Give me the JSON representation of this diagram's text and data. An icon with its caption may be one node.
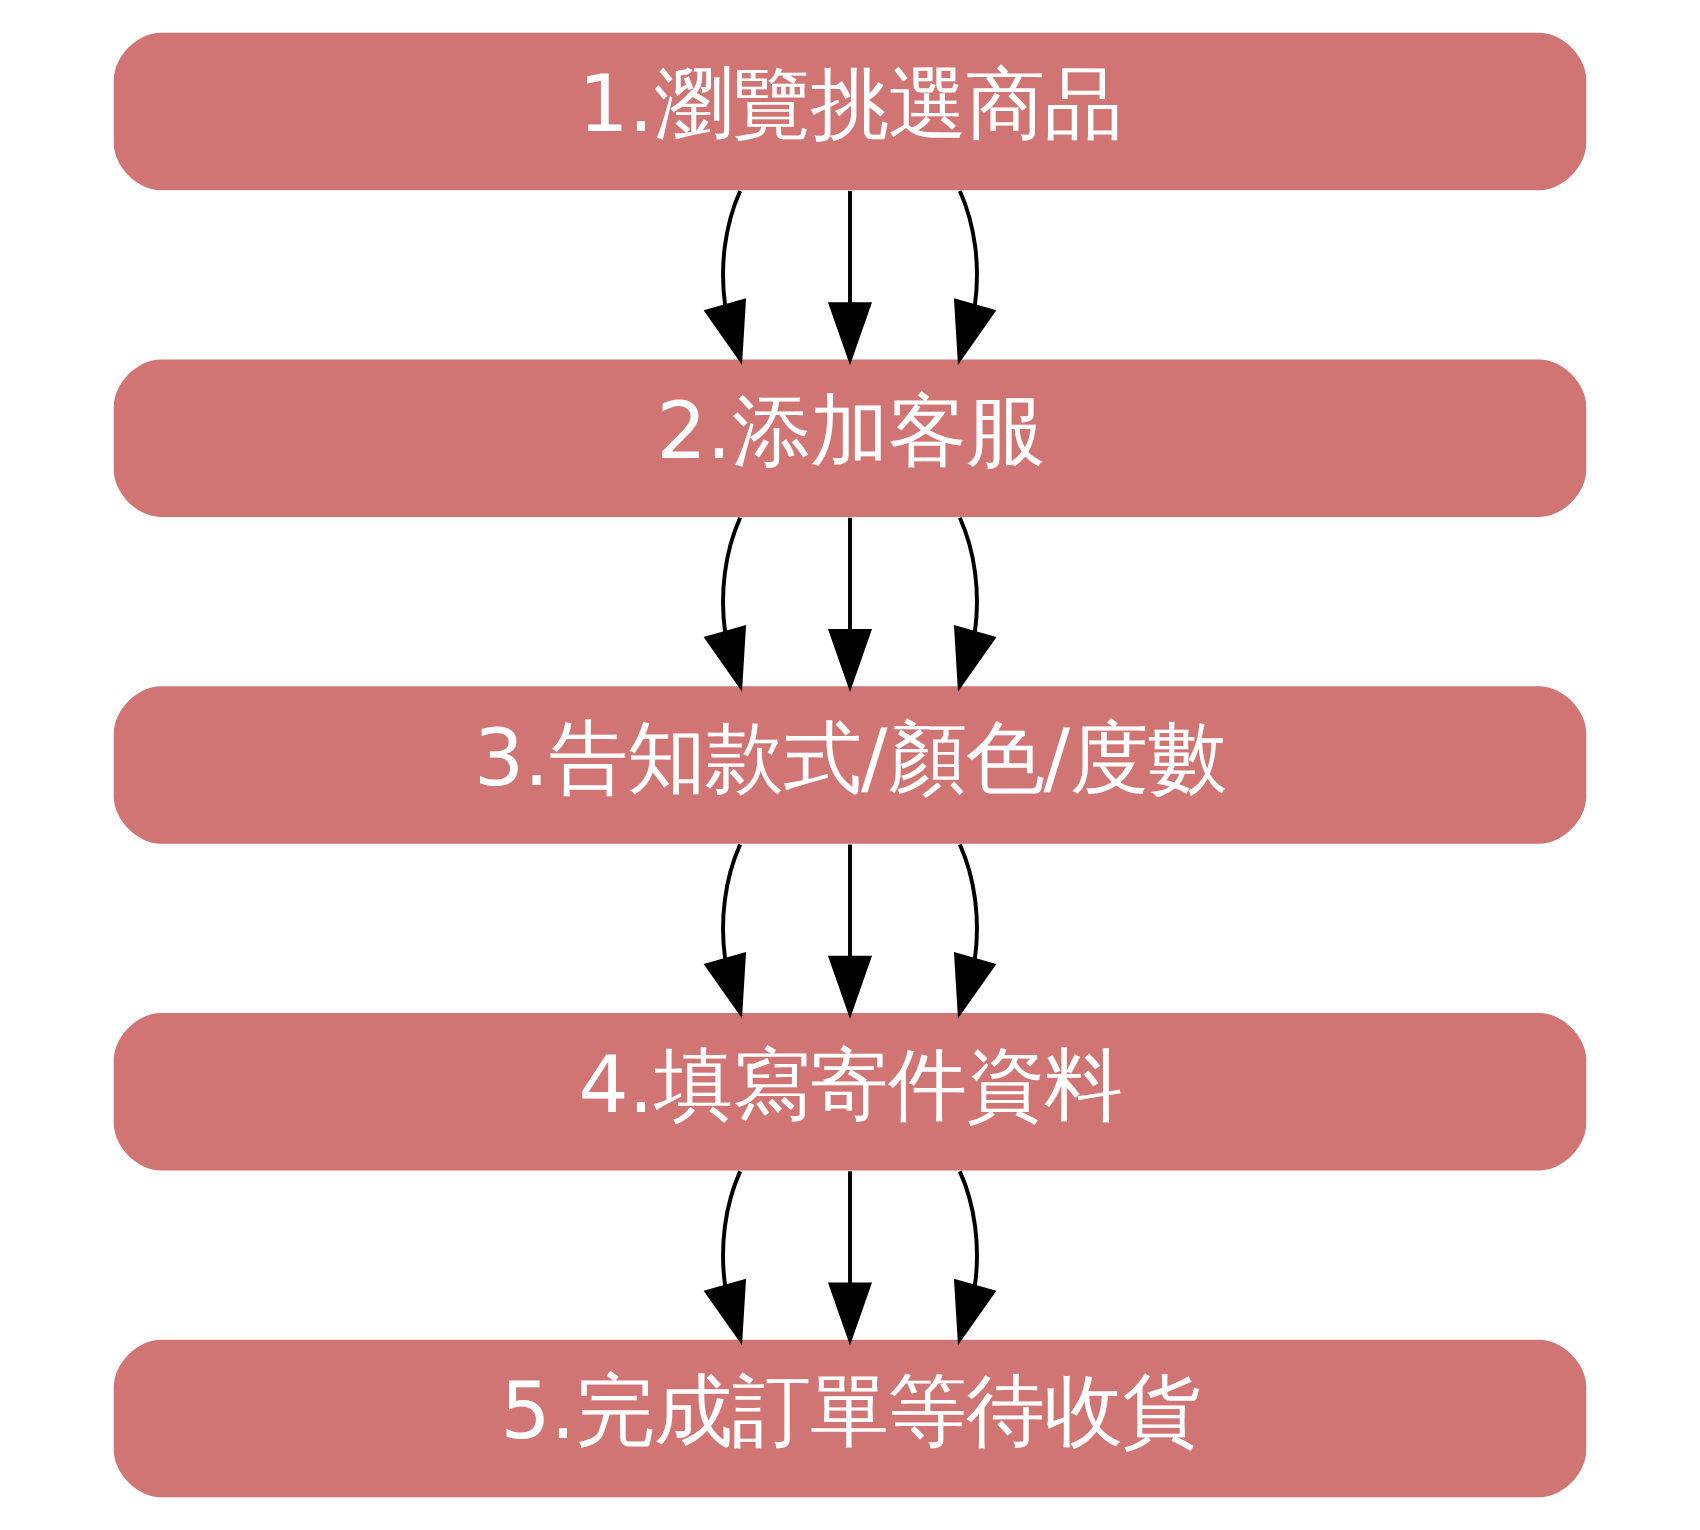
{
  "diagram": {
    "nodes": [
      {
        "text": [
          "1.瀏覽挑選商品"
        ]
      },
      {
        "text": [
          "2.添加客服"
        ]
      },
      {
        "text": [
          "3.告知款式/顏色/度數"
        ]
      },
      {
        "text": [
          "4.填寫寄件資料"
        ]
      },
      {
        "text": [
          "5.完成訂單等待收貨"
        ]
      }
    ],
    "edges": [
      {
        "from": 0,
        "to": 1,
        "arrow": "to"
      },
      {
        "from": 0,
        "to": 1,
        "arrow": "to"
      },
      {
        "from": 0,
        "to": 1,
        "arrow": "to"
      },
      {
        "from": 1,
        "to": 2,
        "arrow": "to"
      },
      {
        "from": 1,
        "to": 2,
        "arrow": "to"
      },
      {
        "from": 1,
        "to": 2,
        "arrow": "to"
      },
      {
        "from": 2,
        "to": 3,
        "arrow": "to"
      },
      {
        "from": 2,
        "to": 3,
        "arrow": "to"
      },
      {
        "from": 2,
        "to": 3,
        "arrow": "to"
      },
      {
        "from": 3,
        "to": 4,
        "arrow": "to"
      },
      {
        "from": 3,
        "to": 4,
        "arrow": "to"
      },
      {
        "from": 3,
        "to": 4,
        "arrow": "to"
      }
    ]
  }
}
